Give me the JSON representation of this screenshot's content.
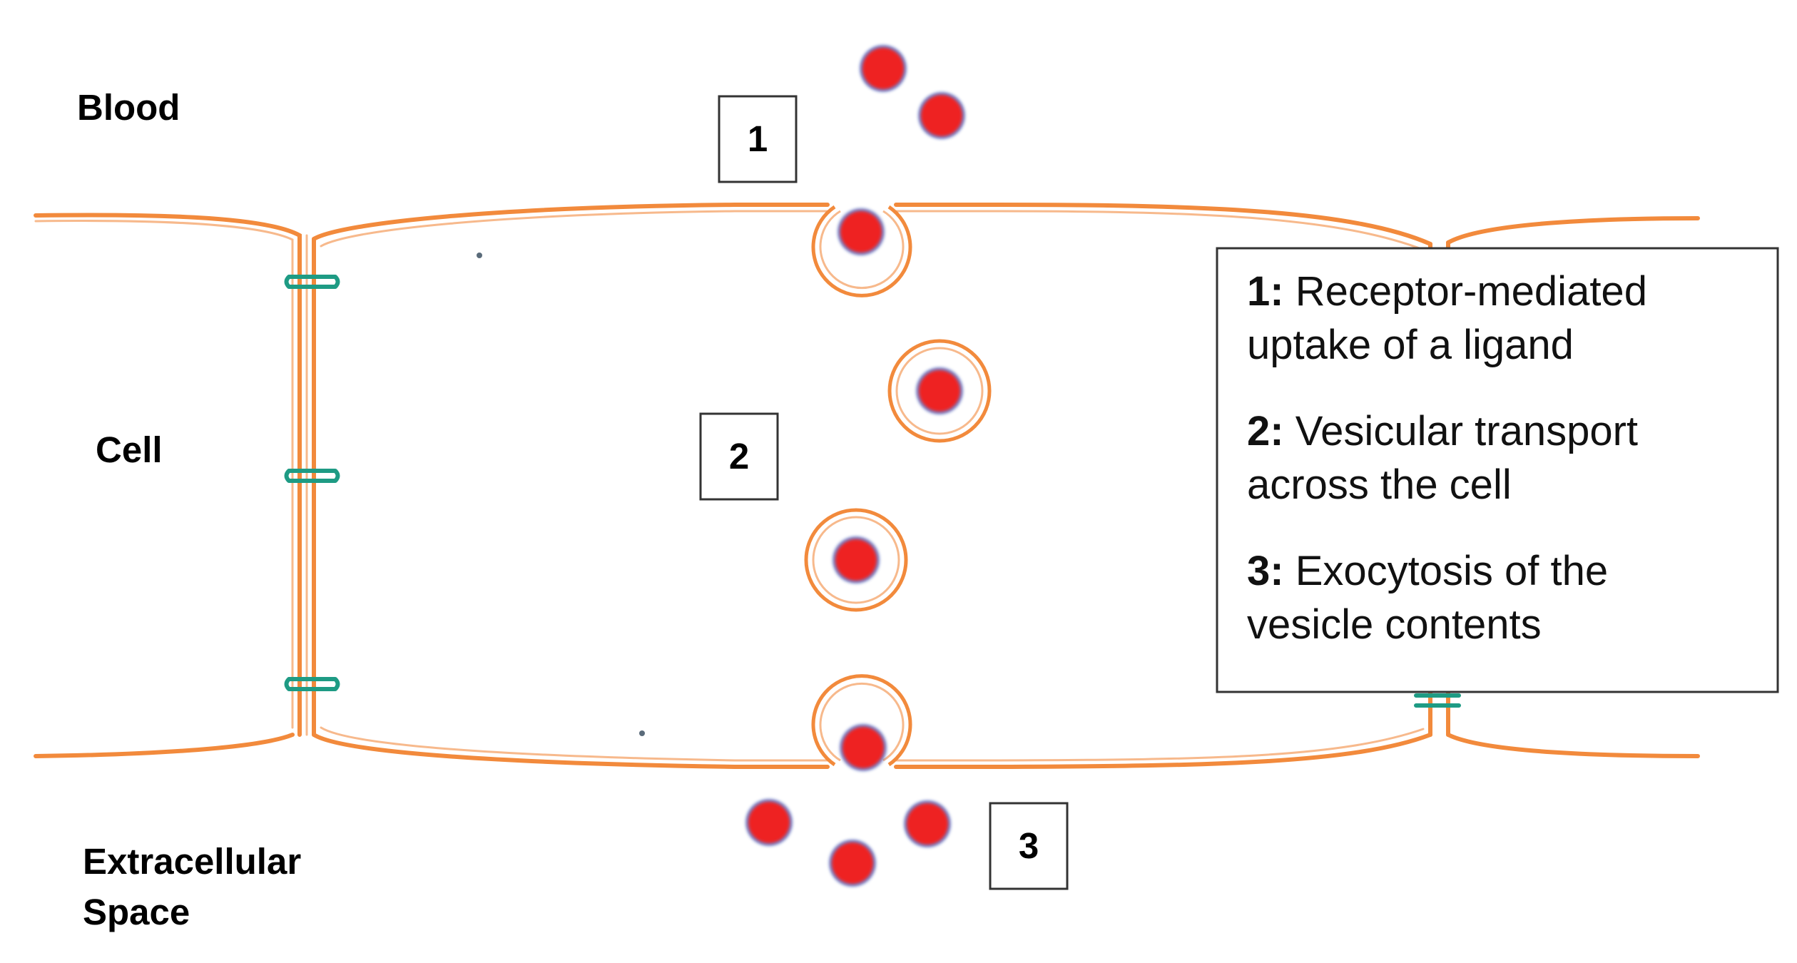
{
  "regions": {
    "blood": "Blood",
    "cell": "Cell",
    "extracellular": [
      "Extracellular",
      "Space"
    ]
  },
  "steps": [
    "1",
    "2",
    "3"
  ],
  "legend": [
    {
      "key": "1:",
      "lines": [
        " Receptor-mediated",
        "uptake of a ligand"
      ]
    },
    {
      "key": "2:",
      "lines": [
        " Vesicular transport",
        "across the cell"
      ]
    },
    {
      "key": "3:",
      "lines": [
        " Exocytosis of the",
        "vesicle contents"
      ]
    }
  ],
  "colors": {
    "membrane": "#f28a3c",
    "membrane_light": "#f7b98c",
    "junction": "#1e9b84",
    "ligand": "#ee2222",
    "ligand_edge": "#4a5bb8",
    "box_border": "#333333"
  }
}
